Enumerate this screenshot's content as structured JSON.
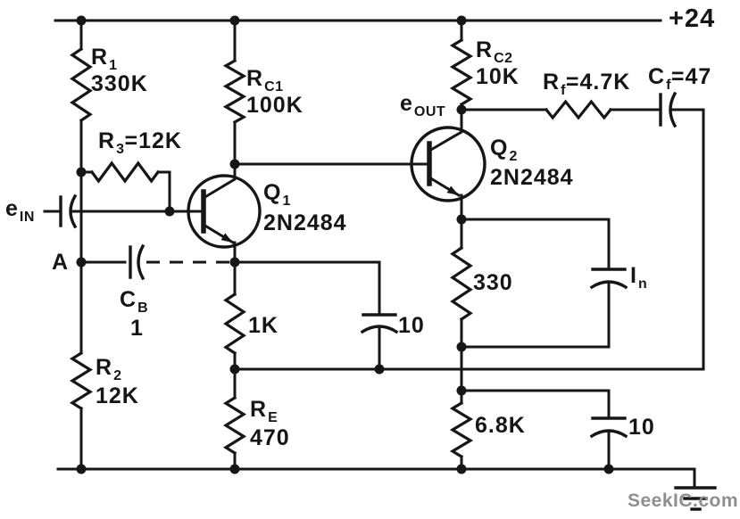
{
  "supply": {
    "label": "+24"
  },
  "watermark": "SeekIC.com",
  "labels": {
    "r1": {
      "ref": "R",
      "sub": "1",
      "value": "330K"
    },
    "r3": {
      "ref": "R",
      "sub": "3",
      "rest": "=12K"
    },
    "r2": {
      "ref": "R",
      "sub": "2",
      "value": "12K"
    },
    "rc1": {
      "ref": "R",
      "sub": "C1",
      "value": "100K"
    },
    "rc2": {
      "ref": "R",
      "sub": "C2",
      "value": "10K"
    },
    "re": {
      "ref": "R",
      "sub": "E",
      "value": "470"
    },
    "rf": {
      "ref": "R",
      "sub": "f",
      "rest": "=4.7K"
    },
    "cf": {
      "ref": "C",
      "sub": "f",
      "rest": "=47"
    },
    "cb": {
      "ref": "C",
      "sub": "B",
      "value": "1"
    },
    "q1": {
      "ref": "Q",
      "sub": "1",
      "value": "2N2484"
    },
    "q2": {
      "ref": "Q",
      "sub": "2",
      "value": "2N2484"
    },
    "ein": {
      "ref": "e",
      "sub": "IN"
    },
    "eout": {
      "ref": "e",
      "sub": "OUT"
    },
    "in_cap": {
      "ref": "I",
      "sub": "n"
    },
    "node_a": "A",
    "r_1k": "1K",
    "r_330": "330",
    "r_6_8k": "6.8K",
    "c10_stage1": "10",
    "c10_stage2": "10"
  }
}
